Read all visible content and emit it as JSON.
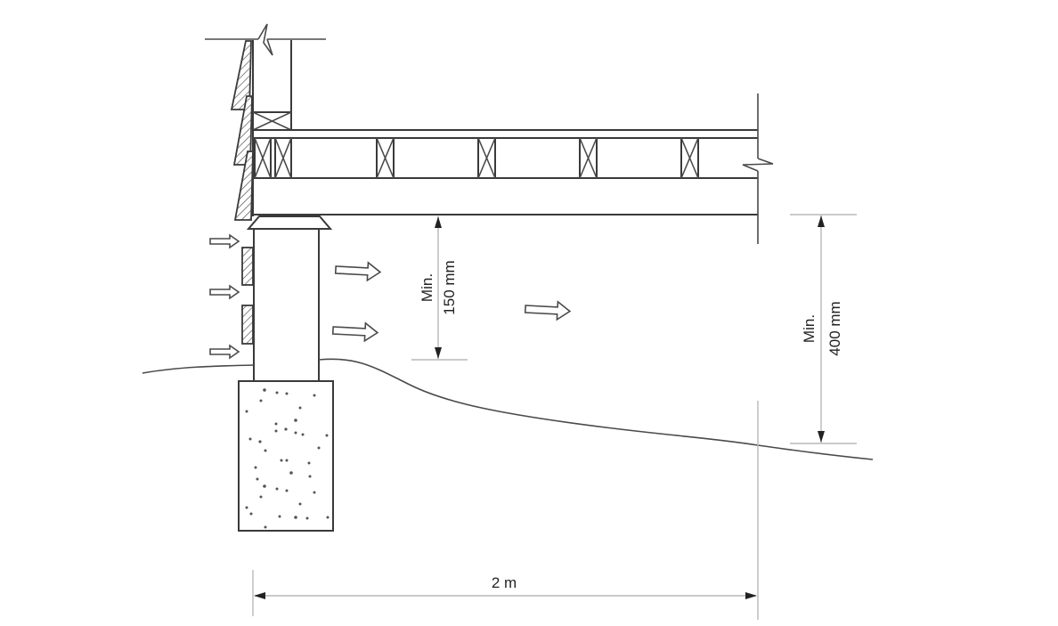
{
  "figure": {
    "subject": "Crawl space under timber floor on pier foundation with ventilation",
    "colors": {
      "line": "#3a3a3a",
      "dimension_line": "#b8b8b8",
      "background": "#ffffff"
    }
  },
  "dimensions": {
    "clearance_under_beam": {
      "label_line1": "Min.",
      "label_line2": "150 mm"
    },
    "clearance_under_floor_edge": {
      "label_line1": "Min.",
      "label_line2": "400 mm"
    },
    "horizontal_span": {
      "label": "2 m"
    }
  },
  "components": [
    {
      "id": "cladding",
      "name": "Overlapping wall cladding boards (hatched)"
    },
    {
      "id": "wall-stud",
      "name": "Wall frame with break line"
    },
    {
      "id": "floor-joists",
      "name": "Floor joists (cross sections)",
      "count": 7
    },
    {
      "id": "bearer",
      "name": "Floor bearer / beam"
    },
    {
      "id": "ant-cap",
      "name": "Pier cap"
    },
    {
      "id": "pier",
      "name": "Pier / column"
    },
    {
      "id": "footing",
      "name": "Concrete footing"
    },
    {
      "id": "vents",
      "name": "Ventilation openings (hatched)",
      "count": 2
    },
    {
      "id": "airflow",
      "name": "Airflow arrows",
      "count": 6
    },
    {
      "id": "ground",
      "name": "Sloping ground line"
    }
  ]
}
